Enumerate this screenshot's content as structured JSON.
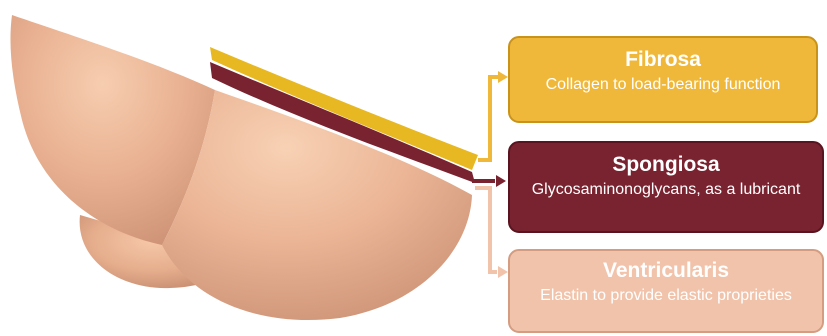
{
  "layers": [
    {
      "id": "fibrosa",
      "title": "Fibrosa",
      "description": "Collagen to load-bearing function",
      "color": "#f0b83a"
    },
    {
      "id": "spongiosa",
      "title": "Spongiosa",
      "description": "Glycosaminonoglycans, as a lubricant",
      "color": "#7a2330"
    },
    {
      "id": "ventricularis",
      "title": "Ventricularis",
      "description": "Elastin to provide elastic proprieties",
      "color": "#f1c3ab"
    }
  ],
  "leaflet_color": "#e9b594"
}
